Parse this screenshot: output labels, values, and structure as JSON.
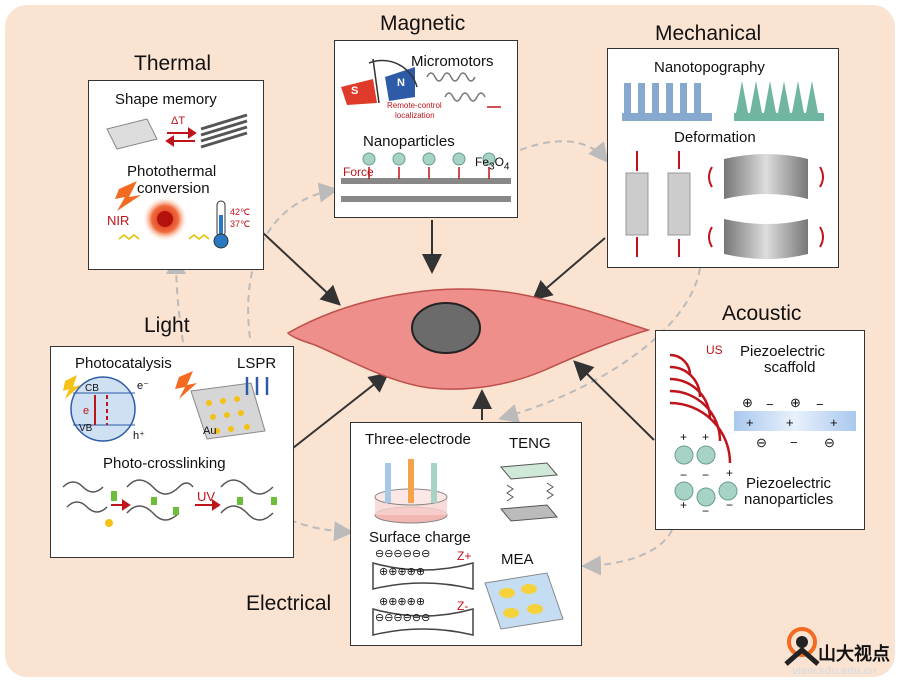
{
  "categories": {
    "thermal": "Thermal",
    "magnetic": "Magnetic",
    "mechanical": "Mechanical",
    "light": "Light",
    "acoustic": "Acoustic",
    "electrical": "Electrical"
  },
  "thermal": {
    "shape_memory": "Shape memory",
    "delta_t": "ΔT",
    "photothermal": "Photothermal",
    "conversion": "conversion",
    "nir": "NIR",
    "temp_high": "42℃",
    "temp_low": "37℃"
  },
  "magnetic": {
    "micromotors": "Micromotors",
    "south": "S",
    "north": "N",
    "remote_control": "Remote-control",
    "localization": "localization",
    "nanoparticles": "Nanoparticles",
    "force": "Force",
    "fe3o4": "Fe",
    "fe3o4_sub3": "3",
    "fe3o4_o": "O",
    "fe3o4_sub4": "4"
  },
  "mechanical": {
    "nanotopography": "Nanotopography",
    "deformation": "Deformation"
  },
  "light": {
    "photocatalysis": "Photocatalysis",
    "lspr": "LSPR",
    "cb": "CB",
    "vb": "VB",
    "e_minus": "e⁻",
    "e": "e",
    "h_plus": "h⁺",
    "au": "Au",
    "photo_crosslinking": "Photo-crosslinking",
    "uv": "UV"
  },
  "acoustic": {
    "us": "US",
    "piezo_scaffold_1": "Piezoelectric",
    "piezo_scaffold_2": "scaffold",
    "piezo_np_1": "Piezoelectric",
    "piezo_np_2": "nanoparticles"
  },
  "electrical": {
    "three_electrode": "Three-electrode",
    "teng": "TENG",
    "surface_charge": "Surface charge",
    "z_plus": "Z+",
    "z_minus": "Z-",
    "mea": "MEA"
  },
  "logo": {
    "name": "山大视点",
    "url": "view.sdu.edu.cn"
  },
  "colors": {
    "background": "#fbe3d2",
    "cell": "#ee8f8b",
    "nucleus": "#6b6b6b",
    "accent_red": "#c0141b",
    "nano_blue": "#88a9cf",
    "nano_teal": "#6fb5a1"
  }
}
